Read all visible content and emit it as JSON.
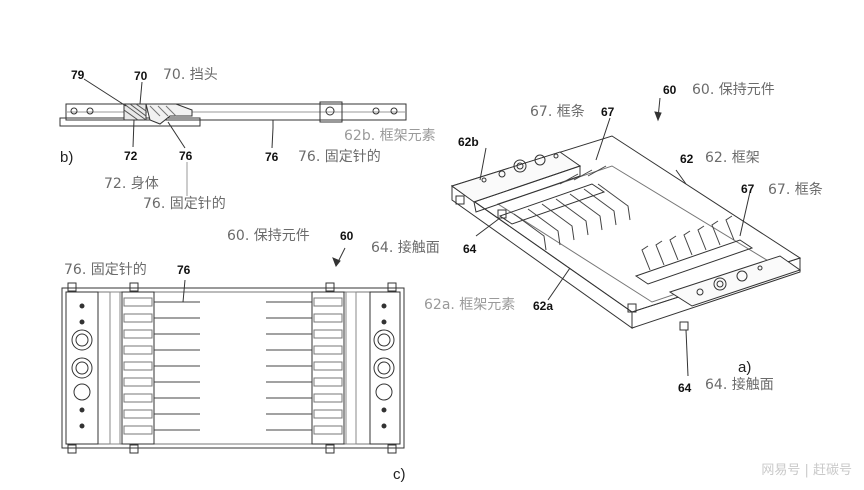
{
  "figure_labels": {
    "b": "b)",
    "c": "c)",
    "a": "a)"
  },
  "view_b": {
    "ref_79": "79",
    "ref_70": "70",
    "label_70": "70. 挡头",
    "ref_72": "72",
    "ref_76a": "76",
    "ref_76b": "76",
    "label_72": "72. 身体",
    "label_76_lower": "76. 固定针的",
    "label_76_right": "76. 固定针的",
    "label_62b": "62b. 框架元素"
  },
  "view_c": {
    "label_60": "60. 保持元件",
    "ref_60": "60",
    "label_76": "76. 固定针的",
    "ref_76": "76"
  },
  "view_a": {
    "label_67_top": "67. 框条",
    "ref_67_top": "67",
    "ref_60": "60",
    "label_60": "60. 保持元件",
    "ref_62b": "62b",
    "ref_62": "62",
    "label_62": "62. 框架",
    "ref_67_right": "67",
    "label_67_right": "67. 框条",
    "label_64_left": "64. 接触面",
    "ref_64_left": "64",
    "label_62a": "62a. 框架元素",
    "ref_62a": "62a",
    "ref_64_bottom": "64",
    "label_64_bottom": "64. 接触面"
  },
  "watermark": "网易号 | 赶碳号"
}
